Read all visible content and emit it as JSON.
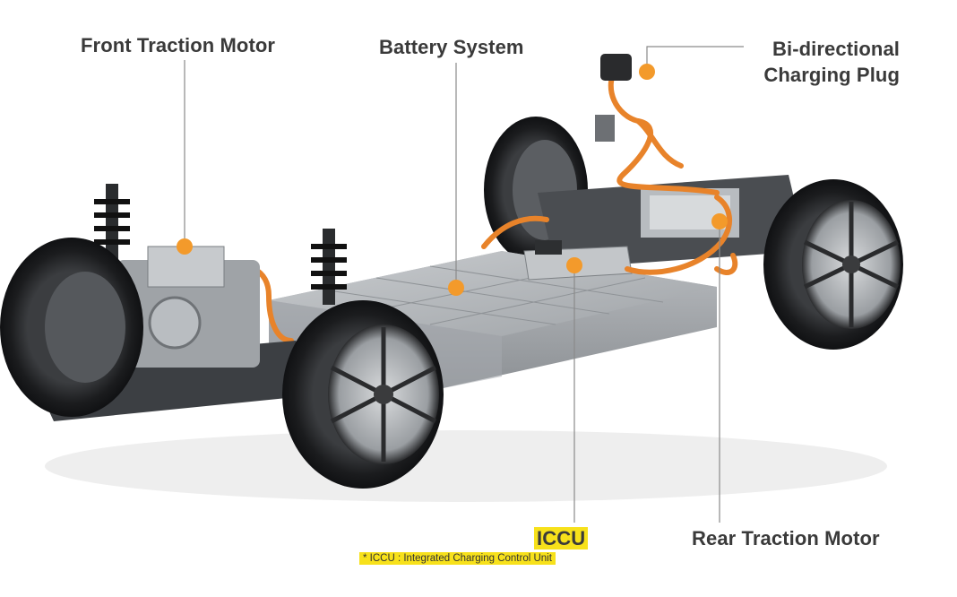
{
  "labels": {
    "front_motor": "Front Traction Motor",
    "battery": "Battery System",
    "charging_plug_line1": "Bi-directional",
    "charging_plug_line2": "Charging Plug",
    "iccu": "ICCU",
    "rear_motor": "Rear Traction Motor"
  },
  "footnote": "* ICCU : Integrated Charging Control Unit",
  "colors": {
    "callout_dot": "#f39a2b",
    "highlight": "#f7e11b",
    "cable": "#e8832a",
    "label_text": "#3a3a3a"
  }
}
